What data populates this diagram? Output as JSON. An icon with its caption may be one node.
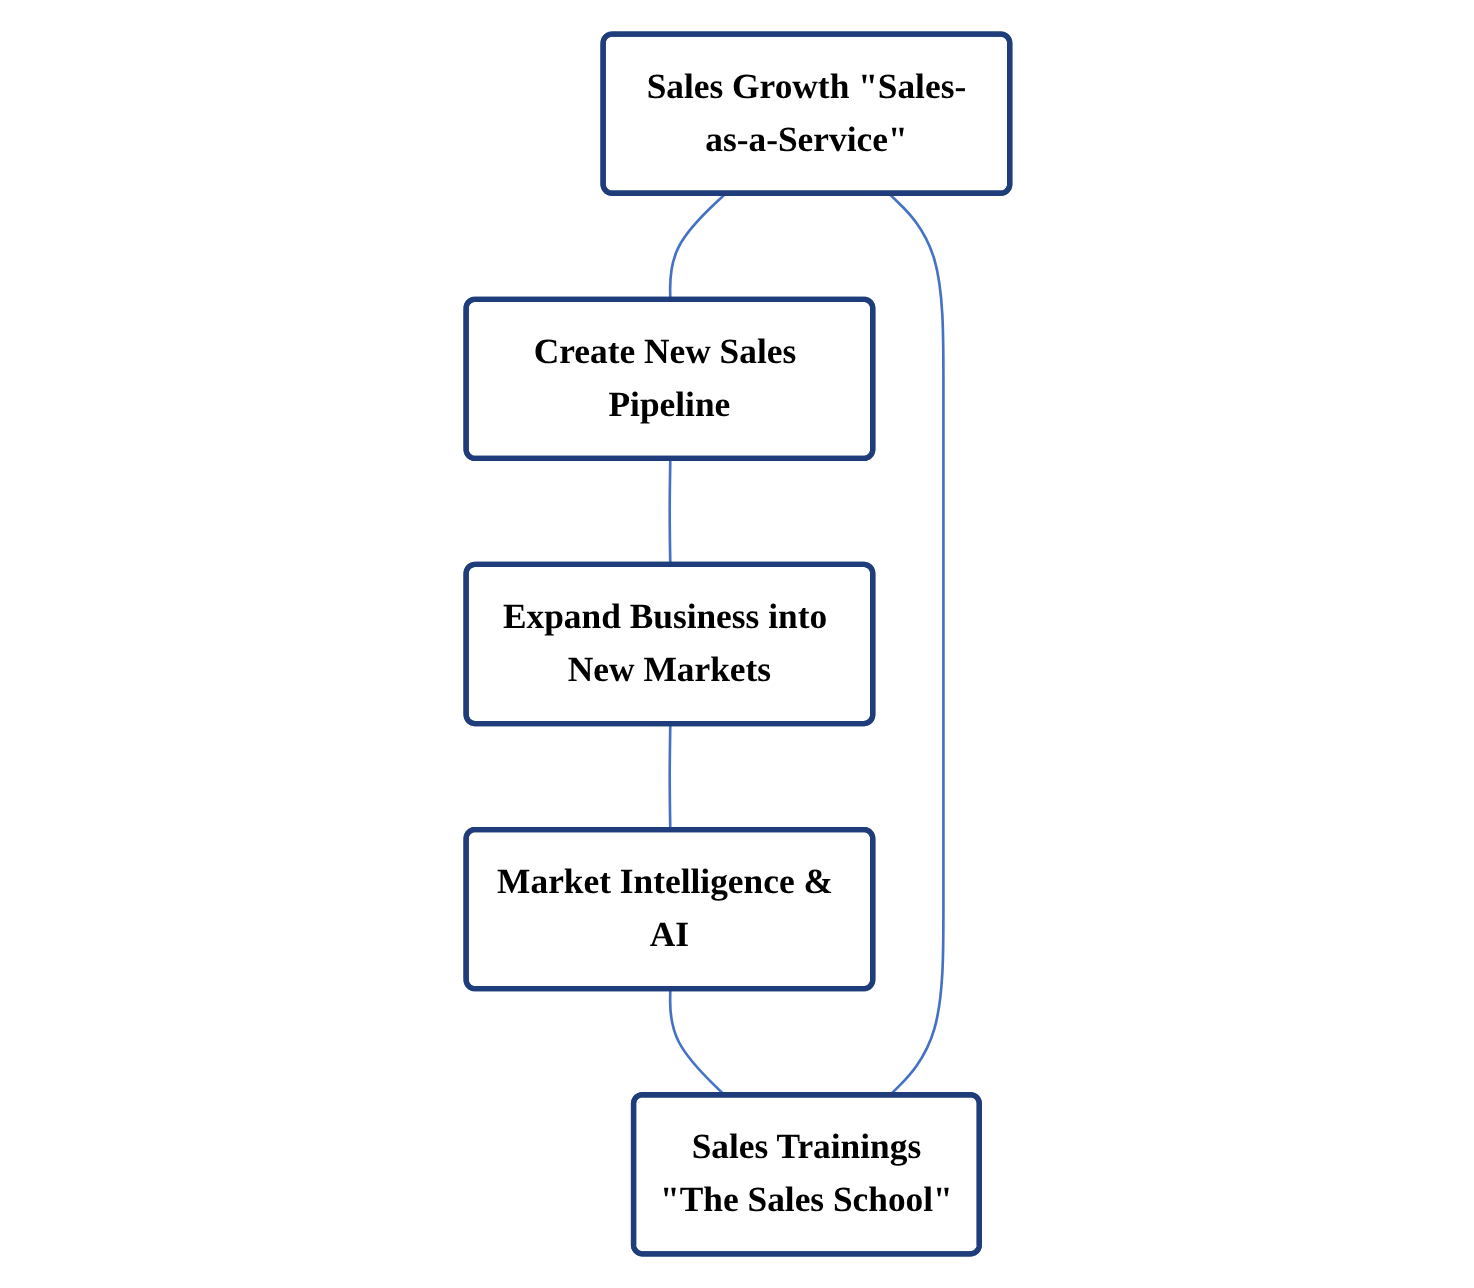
{
  "diagram": {
    "nodes": [
      {
        "text": [
          "Sales Growth \"Sales-as-a-Service\""
        ]
      },
      {
        "text": [
          "Create New Sales Pipeline"
        ]
      },
      {
        "text": [
          "Expand Business into New Markets"
        ]
      },
      {
        "text": [
          "Market Intelligence & AI"
        ]
      },
      {
        "text": [
          "Sales Trainings",
          "\"The Sales School\""
        ]
      }
    ],
    "edges": [
      {
        "from": 0,
        "to": 1,
        "arrow": "none"
      },
      {
        "from": 1,
        "to": 2,
        "arrow": "none"
      },
      {
        "from": 2,
        "to": 3,
        "arrow": "none"
      },
      {
        "from": 3,
        "to": 4,
        "arrow": "none"
      },
      {
        "from": 4,
        "to": 0,
        "arrow": "none"
      }
    ]
  }
}
